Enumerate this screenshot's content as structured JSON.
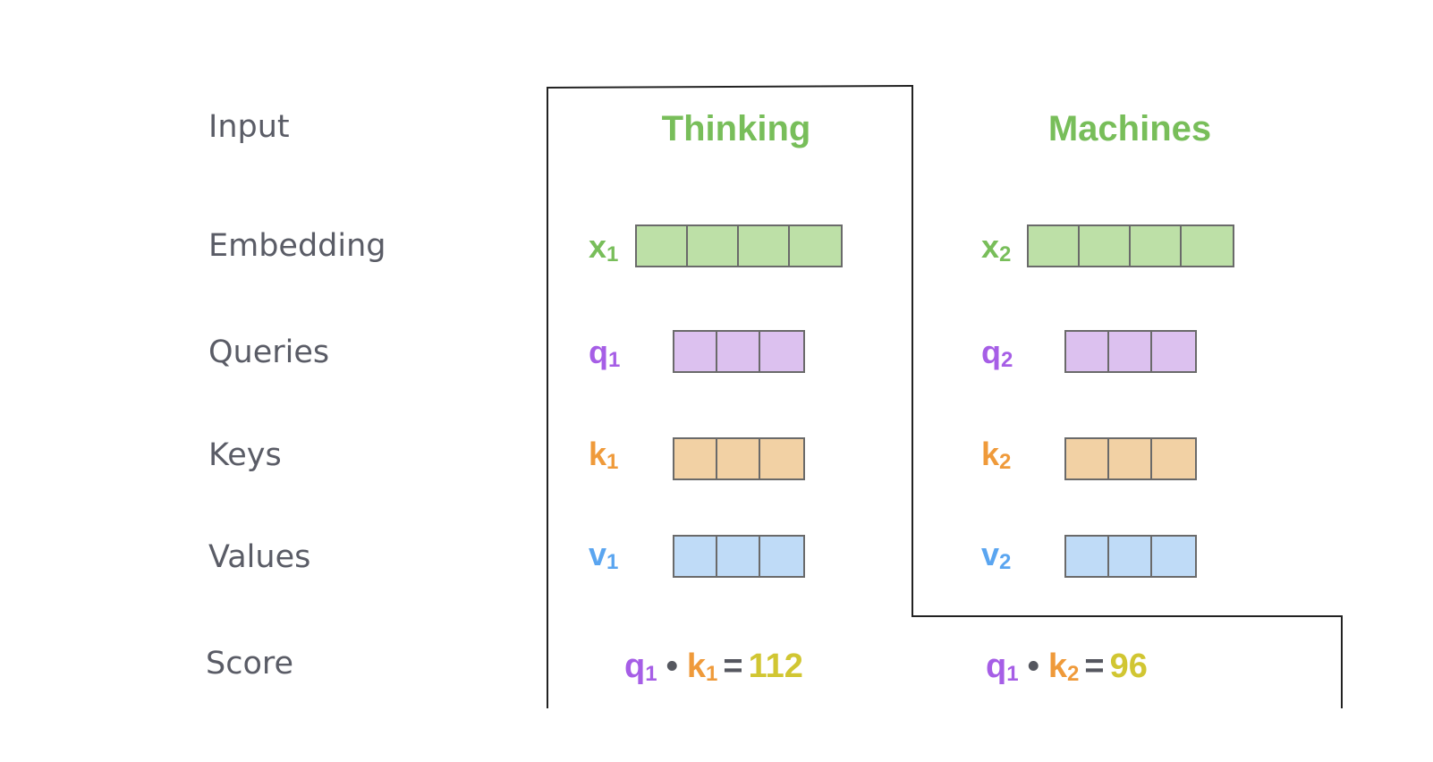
{
  "rows": {
    "input": "Input",
    "embedding": "Embedding",
    "queries": "Queries",
    "keys": "Keys",
    "values": "Values",
    "score": "Score"
  },
  "tokens": [
    {
      "word": "Thinking",
      "x": "x",
      "q": "q",
      "k": "k",
      "v": "v",
      "sub": "1",
      "score": {
        "q": "q",
        "q_sub": "1",
        "dot": "•",
        "k": "k",
        "k_sub": "1",
        "eq": "=",
        "value": "112"
      }
    },
    {
      "word": "Machines",
      "x": "x",
      "q": "q",
      "k": "k",
      "v": "v",
      "sub": "2",
      "score": {
        "q": "q",
        "q_sub": "1",
        "dot": "•",
        "k": "k",
        "k_sub": "2",
        "eq": "=",
        "value": "96"
      }
    }
  ],
  "colors": {
    "input_word": "#78be5a",
    "embedding": "#bde0a7",
    "query": "#dcc1ef",
    "key": "#f2d1a4",
    "value": "#bfdbf7",
    "score_value": "#d1c632"
  }
}
